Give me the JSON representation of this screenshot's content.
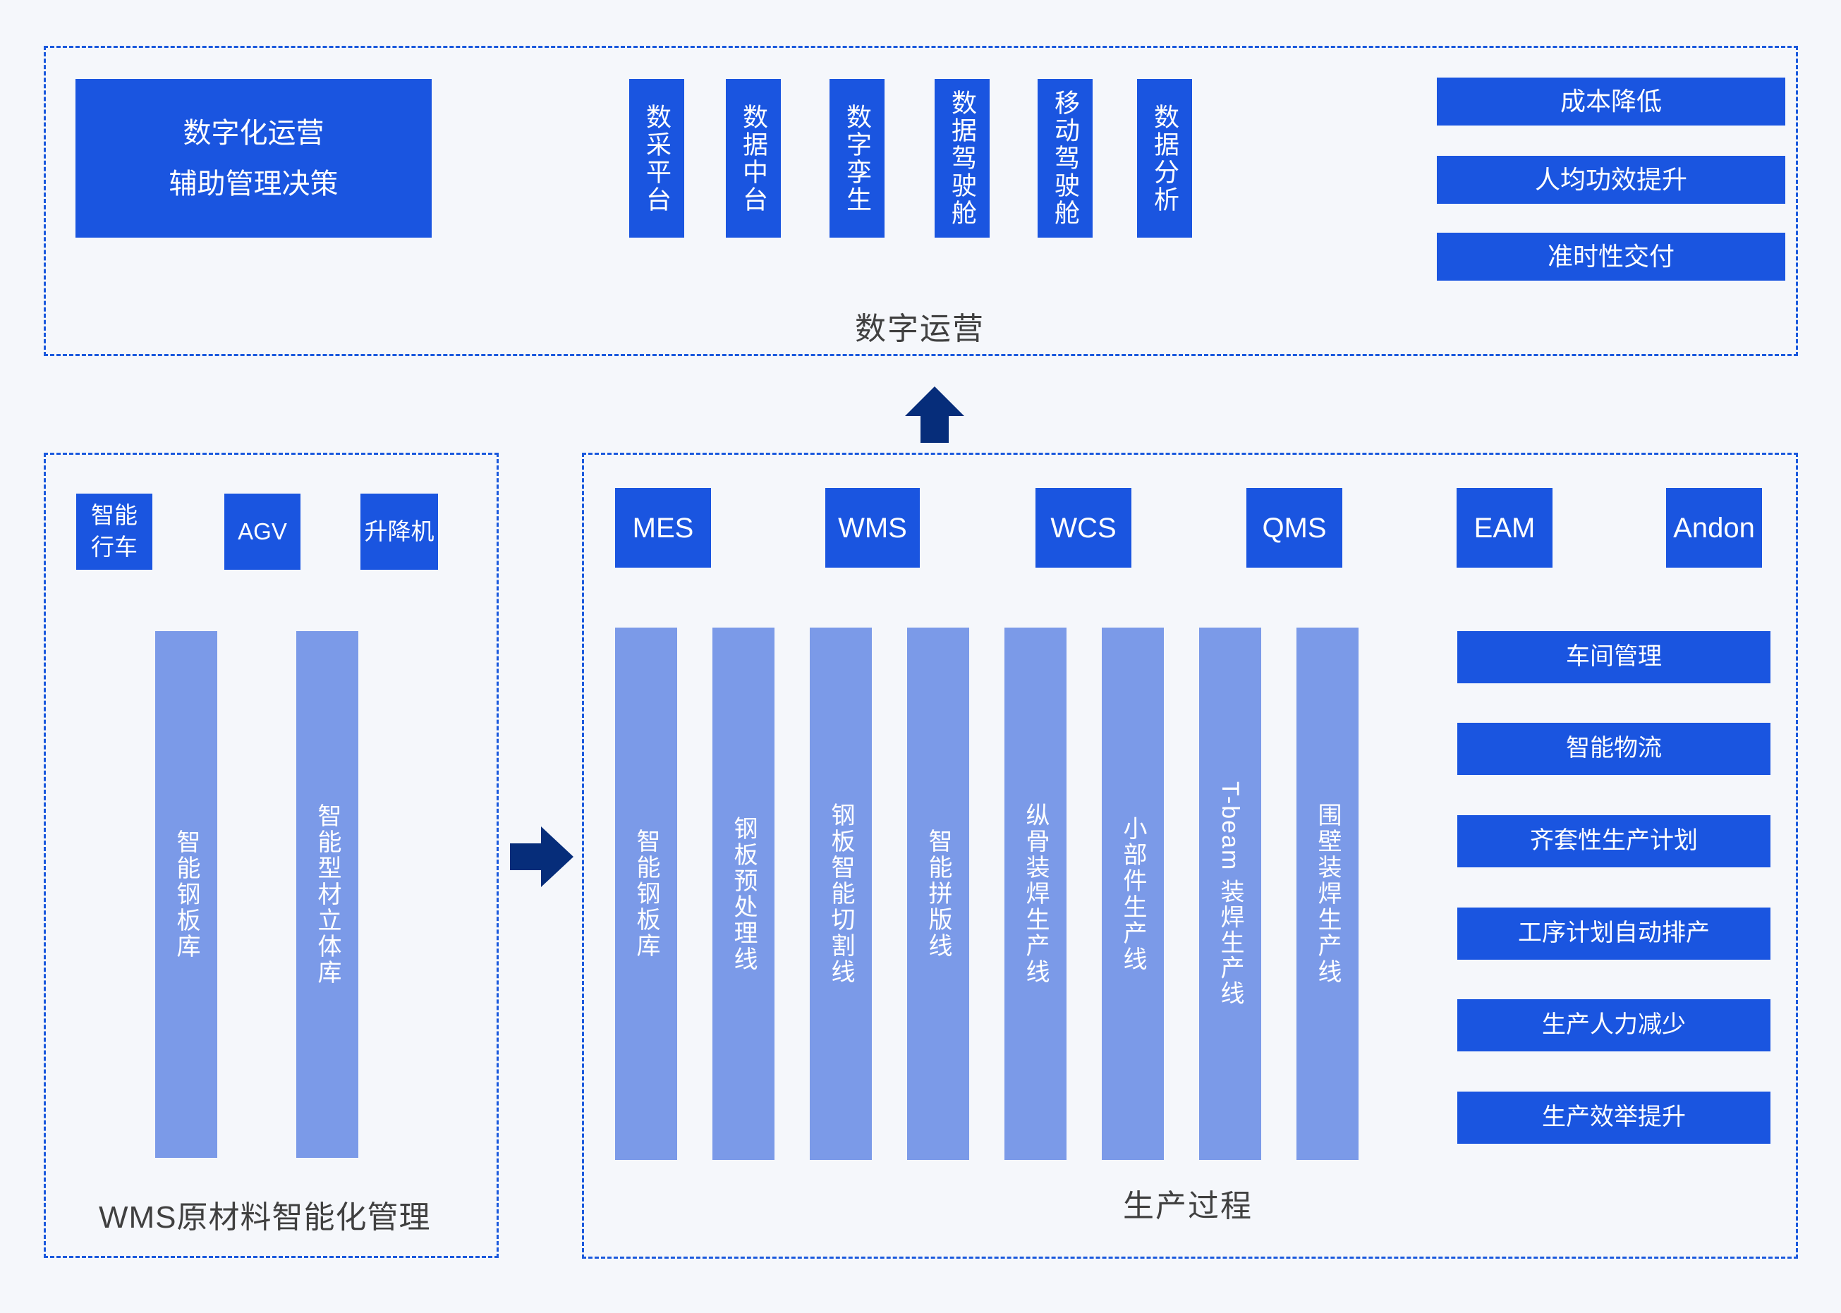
{
  "colors": {
    "primary_blue": "#1a55e0",
    "light_blue": "#7b9ae8",
    "dashed_border": "#1a59dd",
    "arrow_navy": "#062d7a",
    "background": "#f5f7fb",
    "label_text": "#404040"
  },
  "digital_section": {
    "label": "数字运营",
    "main_card": {
      "line1": "数字化运营",
      "line2": "辅助管理决策"
    },
    "capabilities": [
      {
        "label": "数采平台"
      },
      {
        "label": "数据中台"
      },
      {
        "label": "数字孪生"
      },
      {
        "label": "数据驾驶舱"
      },
      {
        "label": "移动驾驶舱"
      },
      {
        "label": "数据分析"
      }
    ],
    "benefits": [
      {
        "label": "成本降低"
      },
      {
        "label": "人均功效提升"
      },
      {
        "label": "准时性交付"
      }
    ]
  },
  "arrows": {
    "up": "arrow-up-icon",
    "right": "arrow-right-icon"
  },
  "wms_section": {
    "label": "WMS原材料智能化管理",
    "equipment": [
      {
        "line1": "智能",
        "line2": "行车"
      },
      {
        "label": "AGV"
      },
      {
        "label": "升降机"
      }
    ],
    "warehouses": [
      {
        "label": "智能钢板库"
      },
      {
        "label": "智能型材立体库"
      }
    ]
  },
  "production_section": {
    "label": "生产过程",
    "systems": [
      {
        "label": "MES"
      },
      {
        "label": "WMS"
      },
      {
        "label": "WCS"
      },
      {
        "label": "QMS"
      },
      {
        "label": "EAM"
      },
      {
        "label": "Andon"
      }
    ],
    "lines": [
      {
        "label": "智能钢板库"
      },
      {
        "label": "钢板预处理线"
      },
      {
        "label": "钢板智能切割线"
      },
      {
        "label": "智能拼版线"
      },
      {
        "label": "纵骨装焊生产线"
      },
      {
        "label": "小部件生产线"
      },
      {
        "label": "T-beam 装焊生产线"
      },
      {
        "label": "围壁装焊生产线"
      }
    ],
    "benefits": [
      {
        "label": "车间管理"
      },
      {
        "label": "智能物流"
      },
      {
        "label": "齐套性生产计划"
      },
      {
        "label": "工序计划自动排产"
      },
      {
        "label": "生产人力减少"
      },
      {
        "label": "生产效举提升"
      }
    ]
  }
}
